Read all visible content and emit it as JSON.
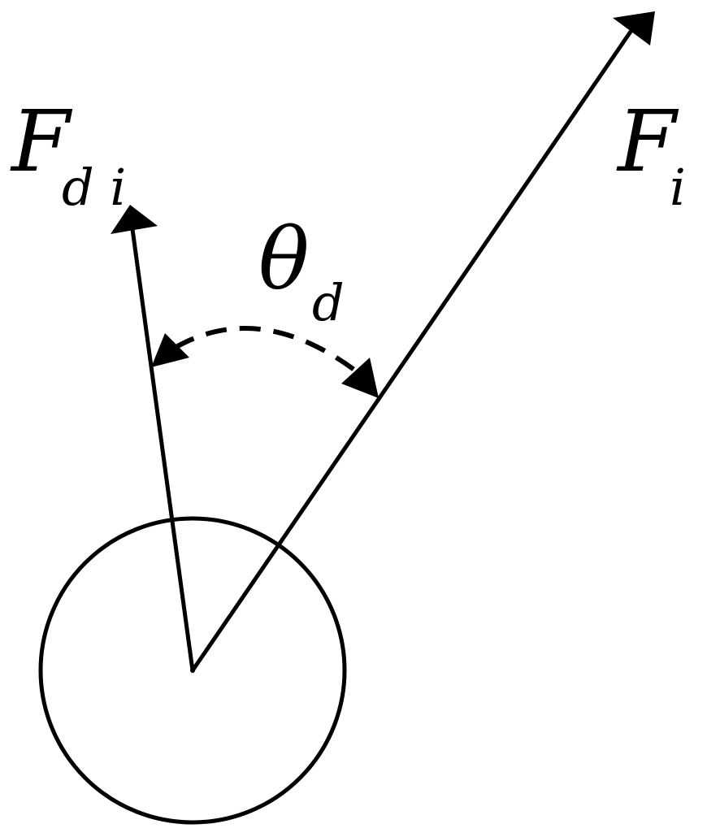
{
  "diagram": {
    "labels": {
      "force_main": {
        "base": "F",
        "sub": "i"
      },
      "force_d": {
        "base": "F",
        "sub": "d i"
      },
      "angle": {
        "base": "θ",
        "sub": "d"
      }
    },
    "colors": {
      "stroke": "#000000",
      "background": "#ffffff"
    }
  }
}
